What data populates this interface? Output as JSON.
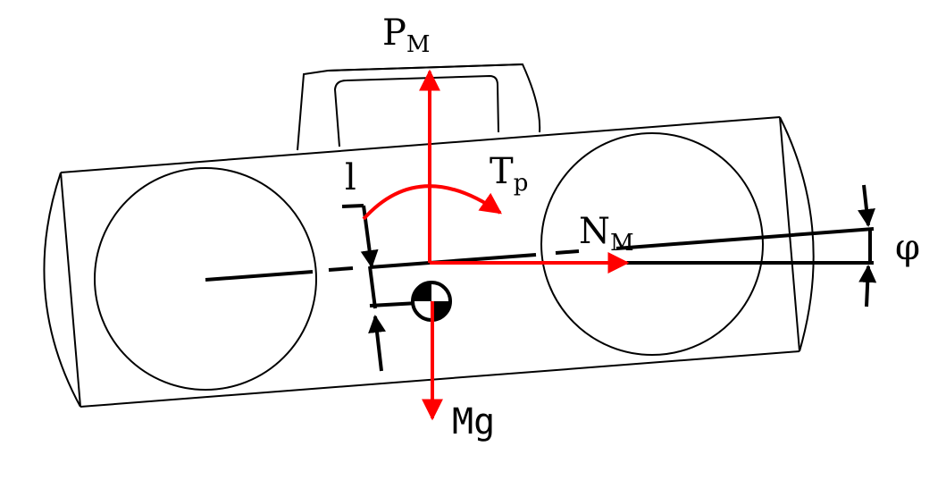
{
  "labels": {
    "p_main": "P",
    "p_sub": "M",
    "t_main": "T",
    "t_sub": "p",
    "n_main": "N",
    "n_sub": "M",
    "mg": "Mg",
    "l": "l",
    "phi": "φ"
  },
  "colors": {
    "force": "#ff0000",
    "outline": "#000000",
    "background": "#ffffff"
  }
}
